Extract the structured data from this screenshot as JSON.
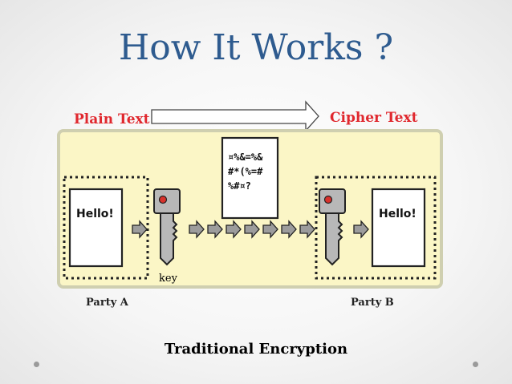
{
  "title": "How It Works ?",
  "plain_label": "Plain Text",
  "cipher_label": "Cipher Text",
  "key_label": "key",
  "party_a": "Party A",
  "party_b": "Party B",
  "caption": "Traditional Encryption",
  "left_doc_text": "Hello!",
  "right_doc_text": "Hello!",
  "cipher_lines": [
    "¤%&=%&",
    "#*(%=#",
    "%#¤?"
  ],
  "colors": {
    "title": "#2e5b8f",
    "label_red": "#e0282e",
    "panel_fill": "#fbf6c6",
    "panel_border": "#cfcfb0"
  }
}
